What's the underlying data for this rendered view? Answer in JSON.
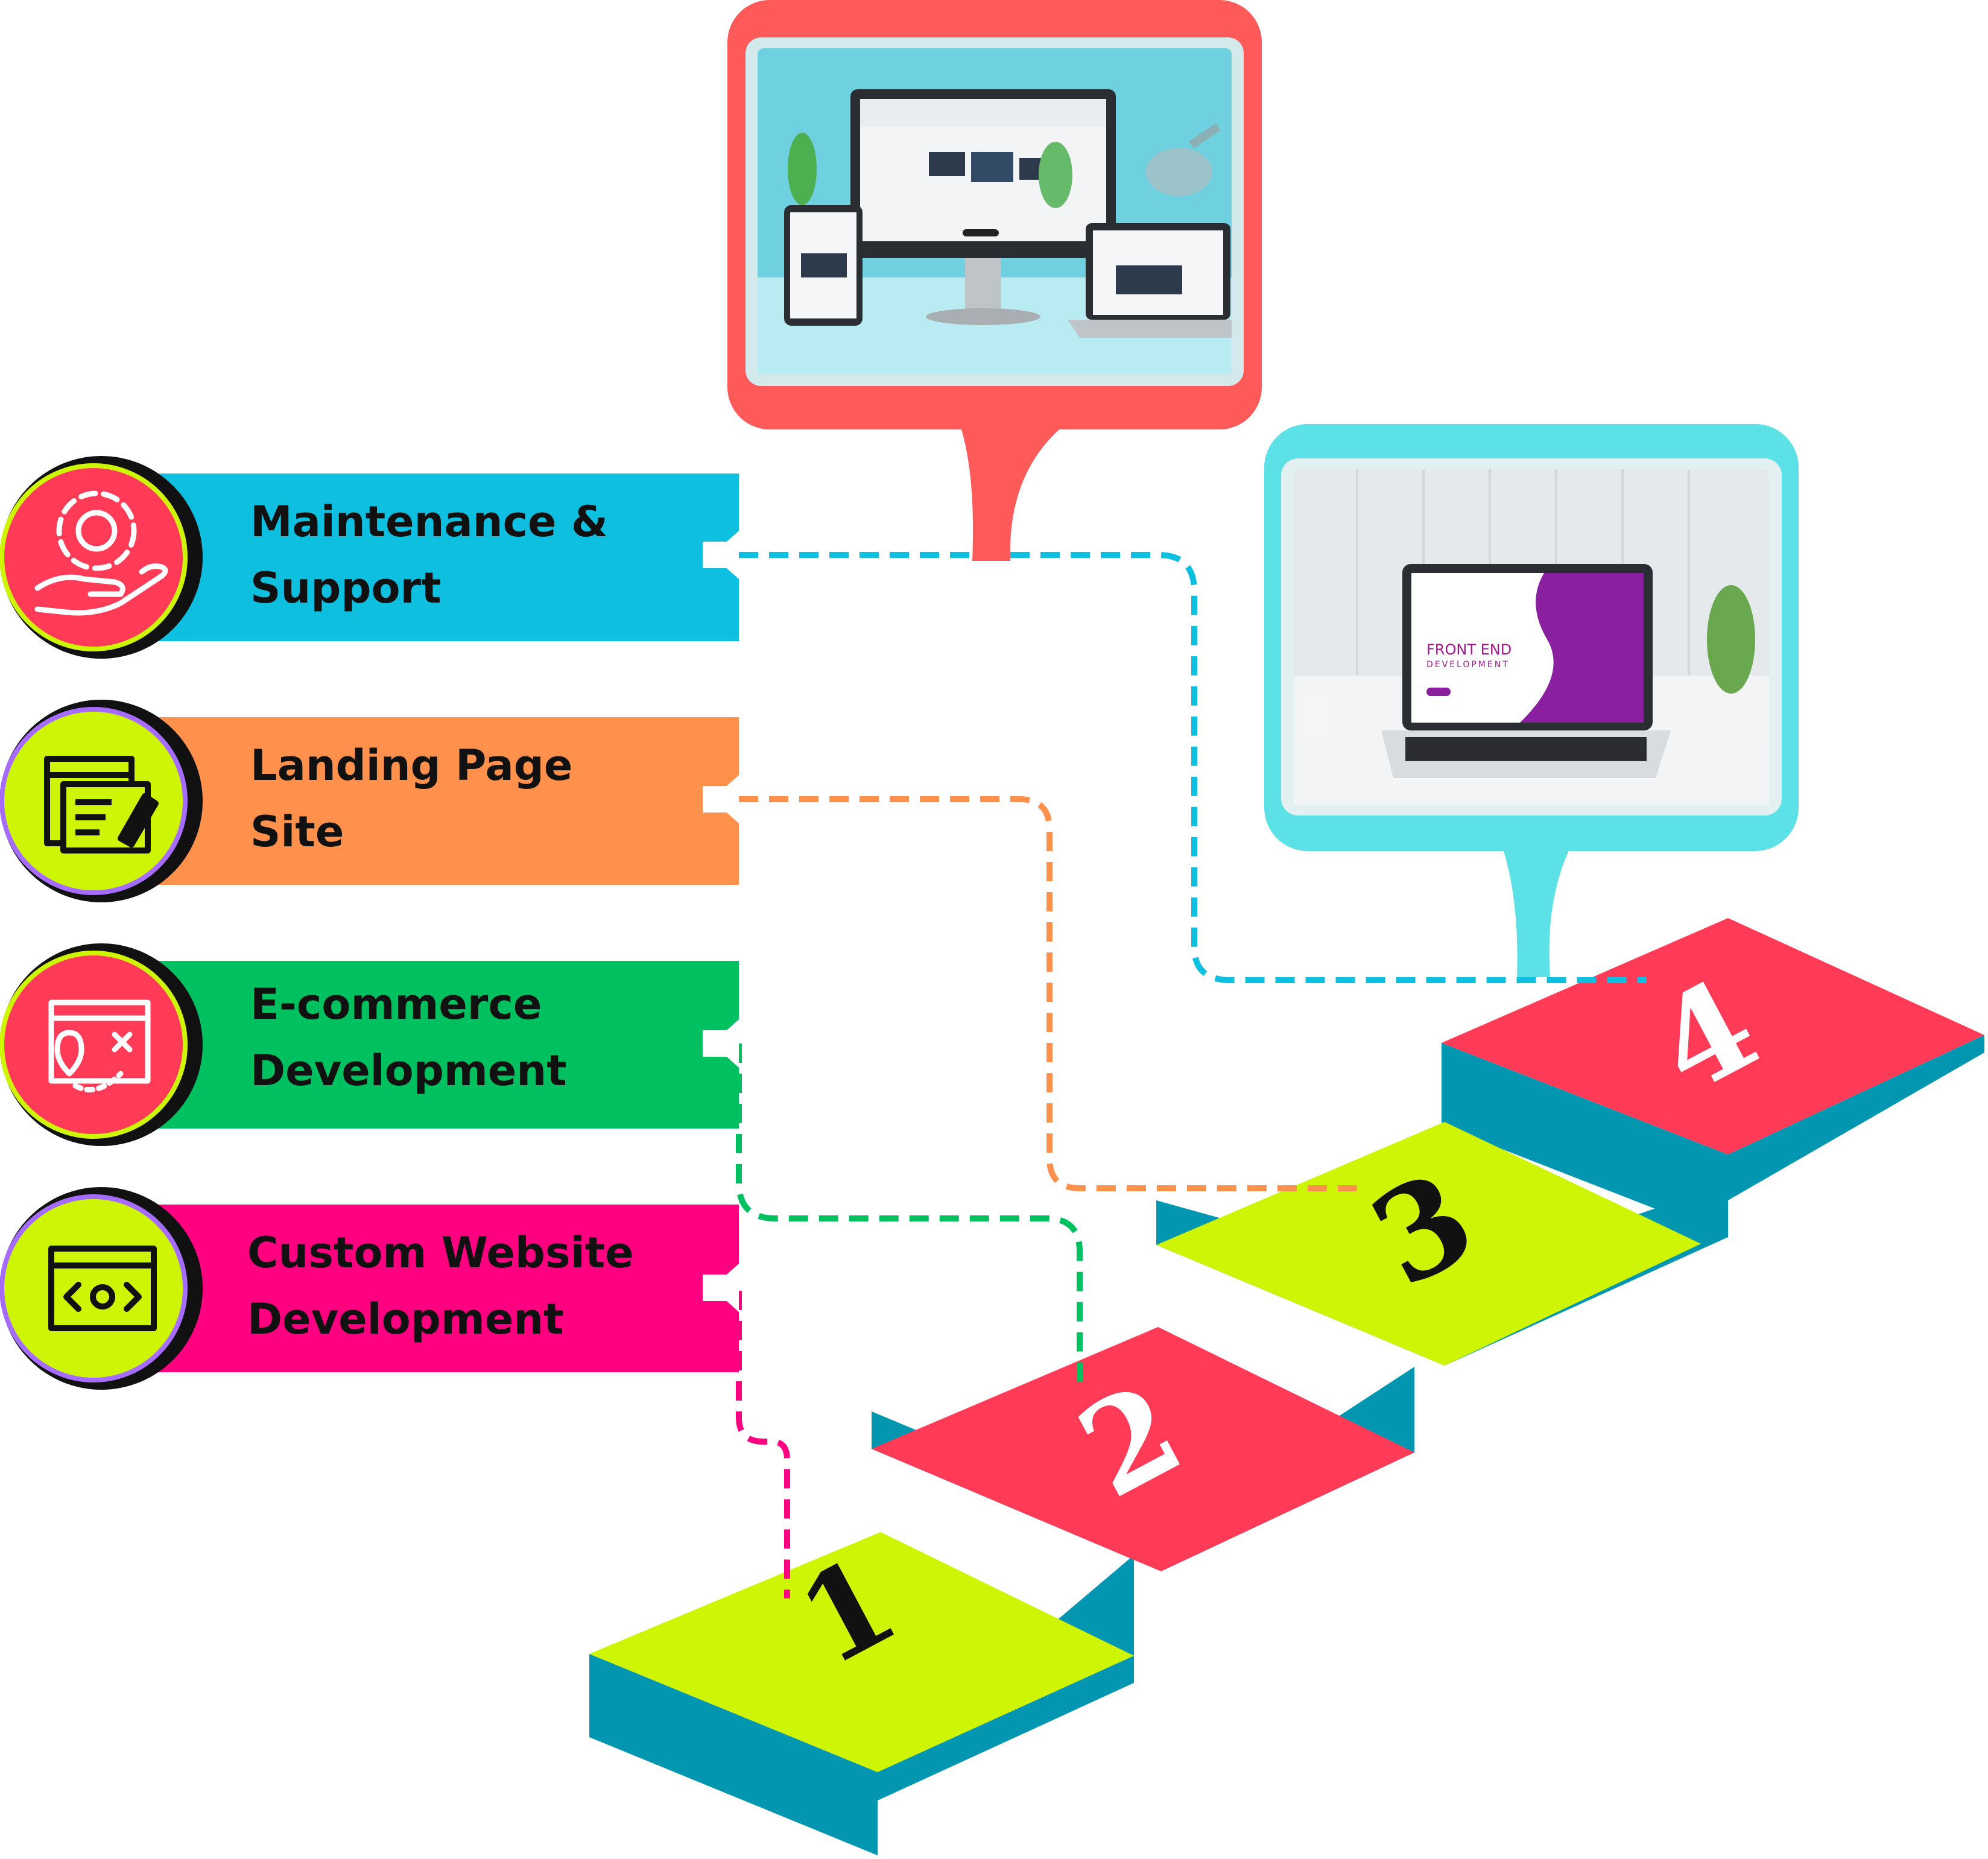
{
  "colors": {
    "red": "#ff3b57",
    "cyan": "#0ebfe0",
    "orange": "#ff914d",
    "green": "#00c060",
    "magenta": "#ff0080",
    "lime": "#cdf505",
    "teal": "#0296b0",
    "coral": "#ff5a5a",
    "sky": "#5ce1e6",
    "purple": "#a66cff"
  },
  "items": [
    {
      "label_line1": "Maintenance &",
      "label_line2": "Support",
      "icon": "gear-hand-icon"
    },
    {
      "label_line1": "Landing Page",
      "label_line2": "Site",
      "icon": "edit-page-icon"
    },
    {
      "label_line1": "E-commerce",
      "label_line2": "Development",
      "icon": "location-map-icon"
    },
    {
      "label_line1": "Custom Website",
      "label_line2": "Development",
      "icon": "code-window-icon"
    }
  ],
  "steps": [
    {
      "number": "1"
    },
    {
      "number": "2"
    },
    {
      "number": "3"
    },
    {
      "number": "4"
    }
  ],
  "photos": {
    "top": {
      "icon": "responsive-devices-photo"
    },
    "right": {
      "icon": "laptop-frontend-photo",
      "screen_title": "FRONT END",
      "screen_subtitle": "DEVELOPMENT"
    }
  }
}
